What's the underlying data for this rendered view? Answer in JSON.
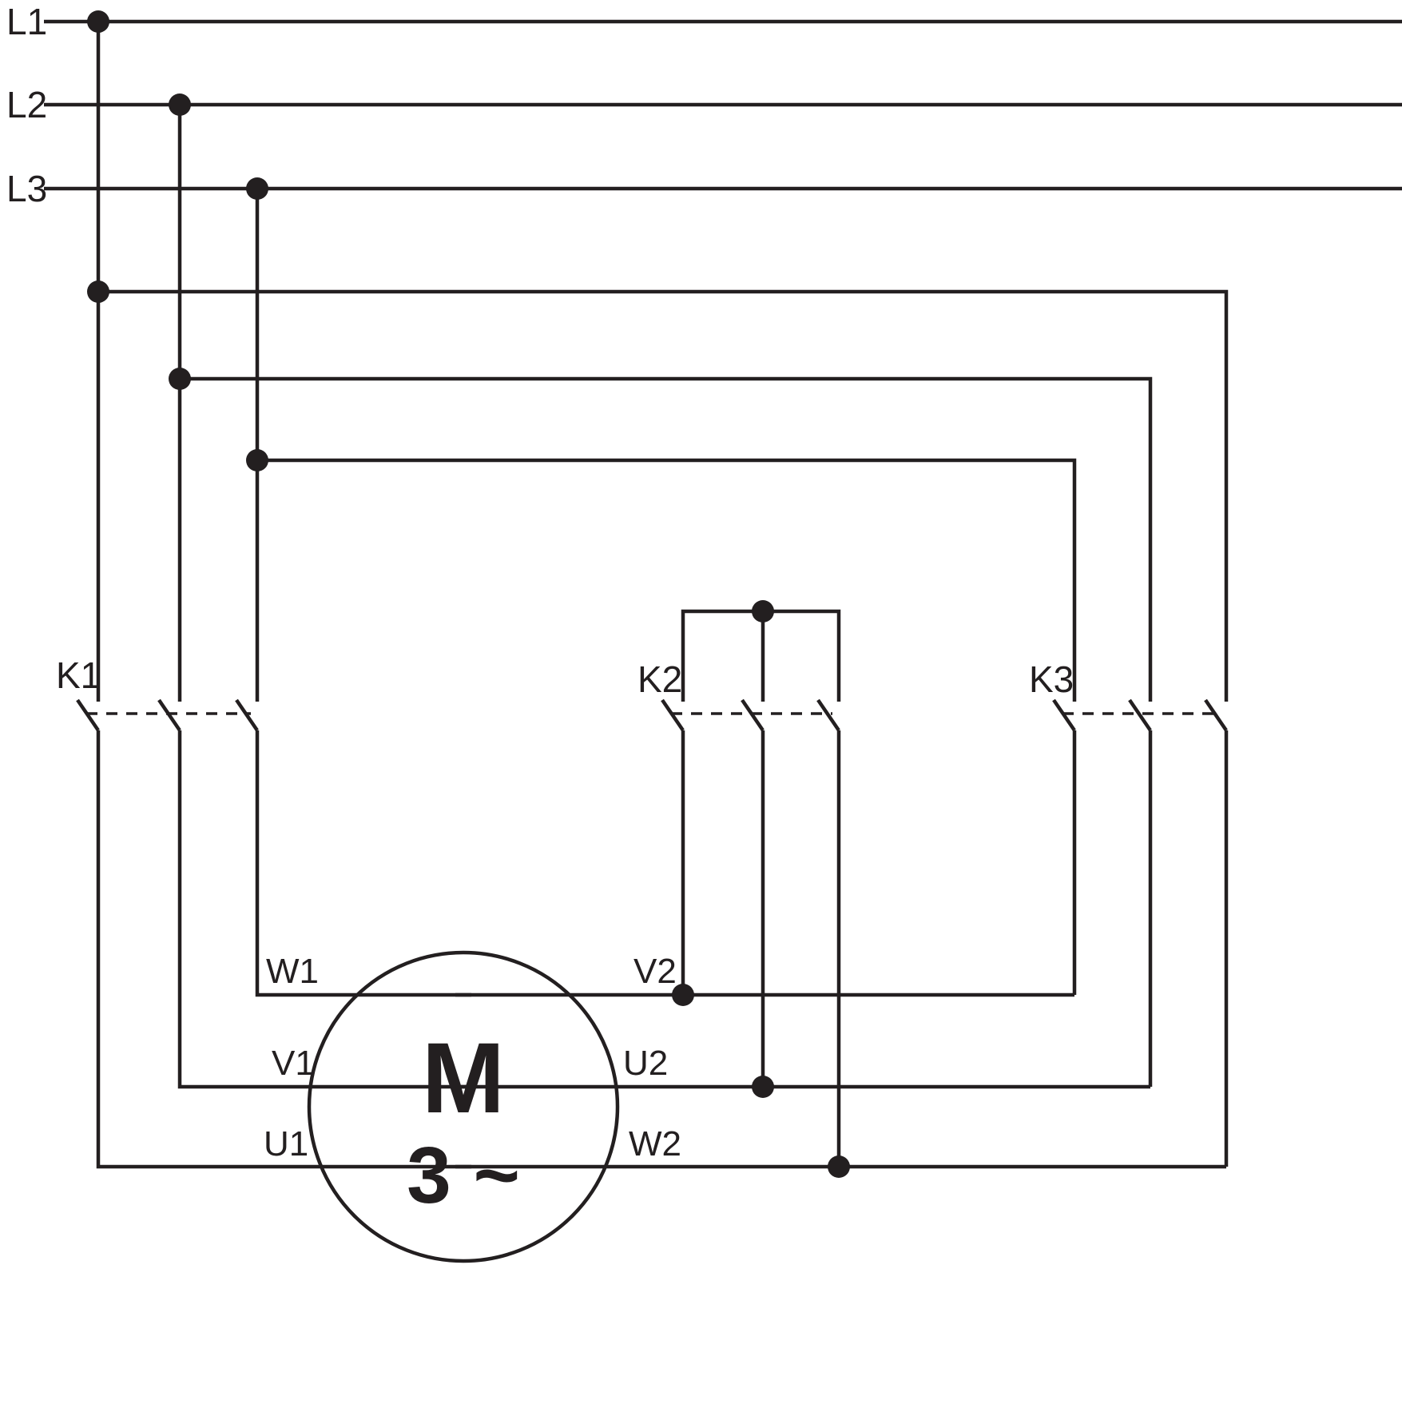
{
  "labels": {
    "l1": "L1",
    "l2": "L2",
    "l3": "L3",
    "k1": "K1",
    "k2": "K2",
    "k3": "K3",
    "w1": "W1",
    "v1": "V1",
    "u1": "U1",
    "v2": "V2",
    "u2": "U2",
    "w2": "W2",
    "motor": "M",
    "motor_sub": "3 ~"
  },
  "colors": {
    "wire": "#231f20",
    "motor_fill": "#b5b5b5",
    "background": "#ffffff"
  }
}
